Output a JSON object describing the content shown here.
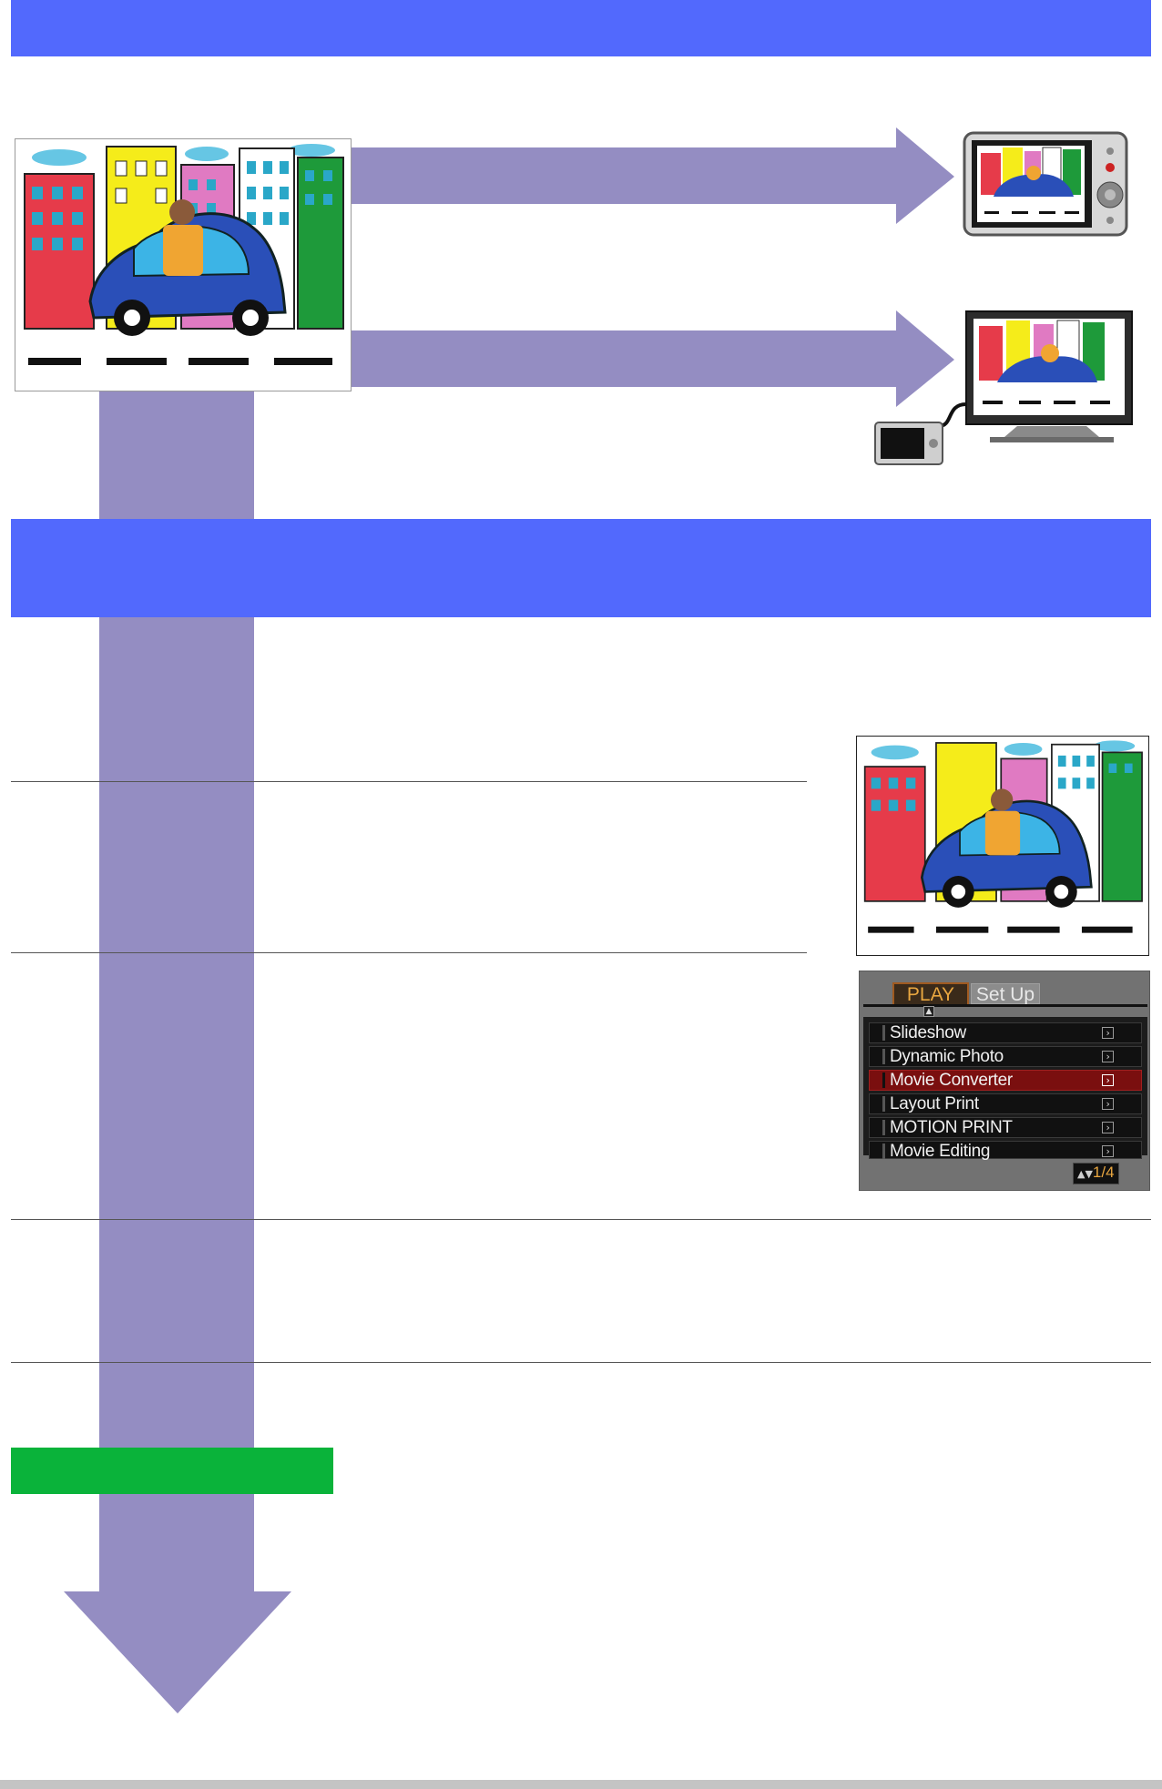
{
  "colors": {
    "banner": "#5269fd",
    "flow_arrow": "#948dc2",
    "green_bar": "#0ab33a",
    "menu_highlight": "#7a0f0f",
    "menu_tab_active": "#e8a640"
  },
  "icons": {
    "drawing": "child-drawing-image",
    "camera_screen": "camera-monitor-display",
    "tv": "tv-with-connected-camera"
  },
  "menu": {
    "tabs": [
      {
        "label": "PLAY",
        "active": true
      },
      {
        "label": "Set Up",
        "active": false
      }
    ],
    "items": [
      {
        "label": "Slideshow",
        "selected": false
      },
      {
        "label": "Dynamic Photo",
        "selected": false
      },
      {
        "label": "Movie Converter",
        "selected": true
      },
      {
        "label": "Layout Print",
        "selected": false
      },
      {
        "label": "MOTION PRINT",
        "selected": false
      },
      {
        "label": "Movie Editing",
        "selected": false
      }
    ],
    "page": "1/4"
  }
}
